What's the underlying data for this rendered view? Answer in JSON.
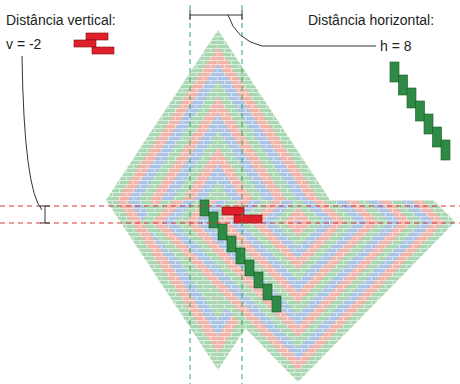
{
  "diagram": {
    "labels": [
      "Distância vertical:",
      "v = -2",
      "Distância horizontal:",
      "h = 8"
    ]
  }
}
